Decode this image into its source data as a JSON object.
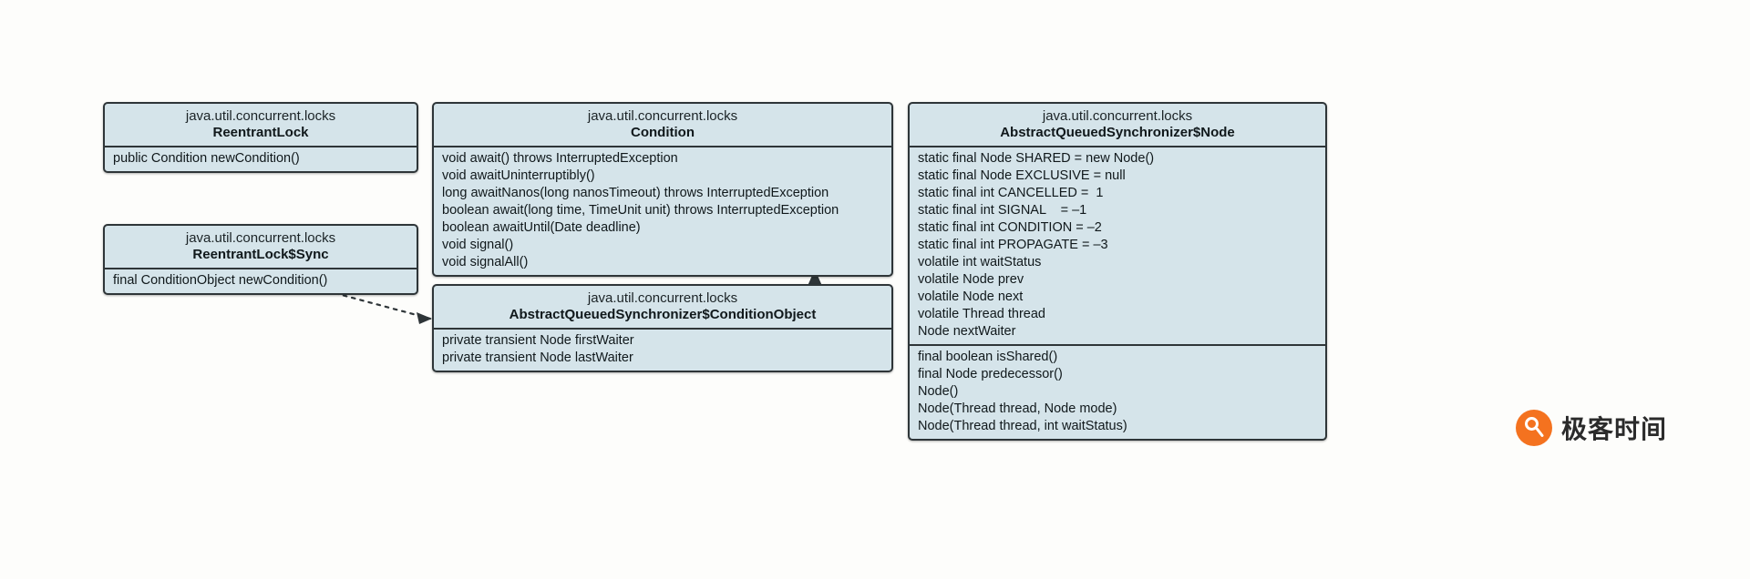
{
  "diagram": {
    "title": "Java Condition / AbstractQueuedSynchronizer UML class diagram",
    "colors": {
      "box_fill": "#d5e4ea",
      "box_border": "#2e3538",
      "background": "#fdfdfb",
      "logo_orange": "#f4721f"
    },
    "classes": [
      {
        "id": "reentrantlock",
        "package": "java.util.concurrent.locks",
        "name": "ReentrantLock",
        "sections": [
          {
            "rows": [
              "public Condition newCondition()"
            ]
          }
        ]
      },
      {
        "id": "reentrantlock-sync",
        "package": "java.util.concurrent.locks",
        "name": "ReentrantLock$Sync",
        "sections": [
          {
            "rows": [
              "final ConditionObject newCondition()"
            ]
          }
        ]
      },
      {
        "id": "condition",
        "package": "java.util.concurrent.locks",
        "name": "Condition",
        "sections": [
          {
            "rows": [
              "void await() throws InterruptedException",
              "void awaitUninterruptibly()",
              "long awaitNanos(long nanosTimeout) throws InterruptedException",
              "boolean await(long time, TimeUnit unit) throws InterruptedException",
              "boolean awaitUntil(Date deadline)",
              "void signal()",
              "void signalAll()"
            ]
          }
        ]
      },
      {
        "id": "conditionobject",
        "package": "java.util.concurrent.locks",
        "name": "AbstractQueuedSynchronizer$ConditionObject",
        "sections": [
          {
            "rows": [
              "private transient Node firstWaiter",
              "private transient Node lastWaiter"
            ]
          }
        ]
      },
      {
        "id": "node",
        "package": "java.util.concurrent.locks",
        "name": "AbstractQueuedSynchronizer$Node",
        "sections": [
          {
            "rows": [
              "static final Node SHARED = new Node()",
              "static final Node EXCLUSIVE = null",
              "static final int CANCELLED =  1",
              "static final int SIGNAL    = –1",
              "static final int CONDITION = –2",
              "static final int PROPAGATE = –3",
              "volatile int waitStatus",
              "volatile Node prev",
              "volatile Node next",
              "volatile Thread thread",
              "Node nextWaiter"
            ]
          },
          {
            "rows": [
              "final boolean isShared()",
              "final Node predecessor()",
              "Node()",
              "Node(Thread thread, Node mode)",
              "Node(Thread thread, int waitStatus)"
            ]
          }
        ]
      }
    ],
    "relations": [
      {
        "id": "realization-conditionobject-condition",
        "type": "generalization",
        "style": "solid-line-hollow-arrow",
        "from": "conditionobject",
        "to": "condition"
      },
      {
        "id": "dependency-conditionobject-reentrantlock-sync",
        "type": "dependency",
        "style": "dashed-line-open-arrow",
        "from": "conditionobject",
        "to": "reentrantlock-sync"
      }
    ]
  },
  "logo": {
    "text": "极客时间",
    "icon": "geektime-circle-icon"
  }
}
